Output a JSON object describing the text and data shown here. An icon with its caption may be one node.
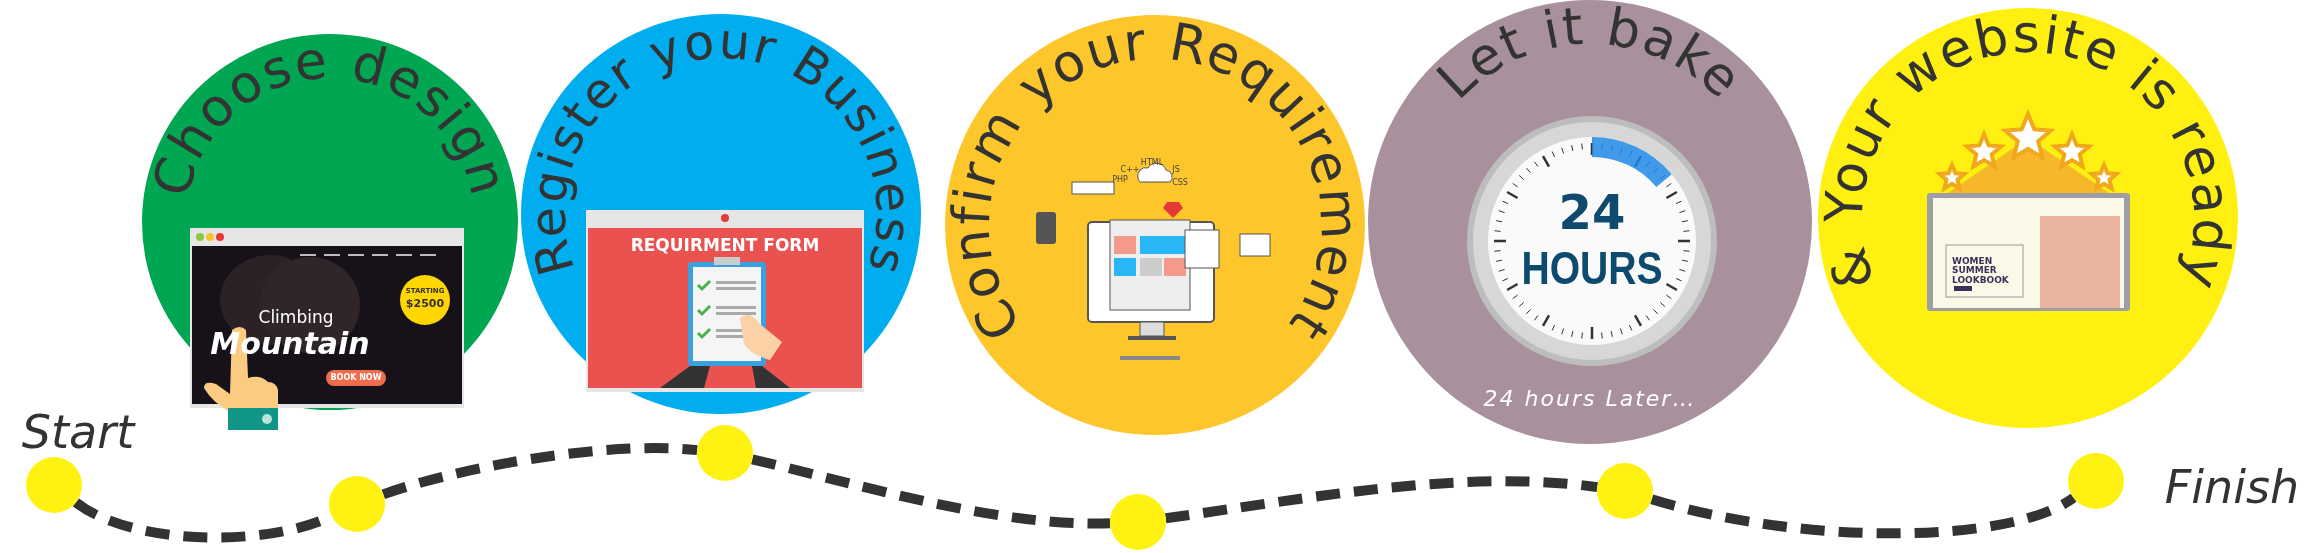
{
  "diagram": {
    "nodes": [
      {
        "text": [
          "Choose design"
        ]
      },
      {
        "text": [
          "Register your Business"
        ]
      },
      {
        "text": [
          "Confirm your Requirement"
        ]
      },
      {
        "text": [
          "Let it bake",
          "24 hours Later…"
        ]
      },
      {
        "text": [
          "& Your website is ready"
        ]
      },
      {
        "text": [],
        "shape": "circle",
        "beside": [
          "Start"
        ]
      },
      {
        "text": [],
        "shape": "circle"
      },
      {
        "text": [],
        "shape": "circle"
      },
      {
        "text": [],
        "shape": "circle"
      },
      {
        "text": [],
        "shape": "circle"
      },
      {
        "text": [],
        "shape": "circle",
        "beside": [
          "Finish"
        ]
      }
    ],
    "edges": [
      {
        "from": 5,
        "to": 6,
        "arrow": "none",
        "style": "dashed"
      },
      {
        "from": 6,
        "to": 7,
        "arrow": "none",
        "style": "dashed"
      },
      {
        "from": 7,
        "to": 8,
        "arrow": "none",
        "style": "dashed"
      },
      {
        "from": 8,
        "to": 9,
        "arrow": "none",
        "style": "dashed"
      },
      {
        "from": 9,
        "to": 10,
        "arrow": "none",
        "style": "dashed"
      }
    ],
    "labels": [
      "STARTING",
      "$2500",
      "Climbing",
      "Mountain",
      "BOOK NOW",
      "REQUIRMENT FORM",
      "HTML",
      "C++",
      "JS",
      "PHP",
      "CSS",
      "24",
      "HOURS",
      "WOMEN SUMMER LOOKBOOK"
    ]
  }
}
